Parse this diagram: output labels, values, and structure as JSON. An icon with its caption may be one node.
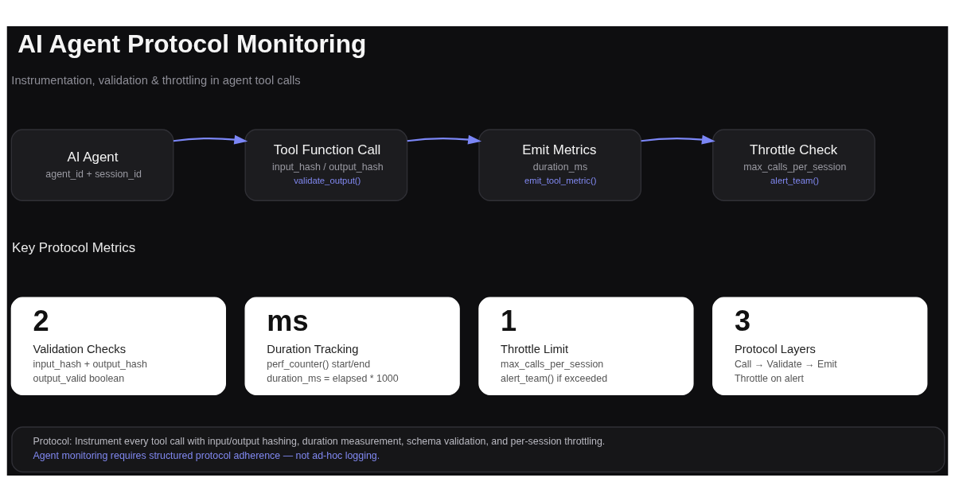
{
  "diagram": {
    "title": "AI Agent Protocol Monitoring",
    "nodes": [
      {
        "text": [
          "AI Agent",
          "agent_id + session_id"
        ]
      },
      {
        "text": [
          "Tool Function Call",
          "input_hash / output_hash",
          "validate_output()"
        ]
      },
      {
        "text": [
          "Emit Metrics",
          "duration_ms",
          "emit_tool_metric()"
        ]
      },
      {
        "text": [
          "Throttle Check",
          "max_calls_per_session",
          "alert_team()"
        ]
      },
      {
        "text": [
          "2",
          "Validation Checks",
          "input_hash + output_hash",
          "output_valid boolean"
        ]
      },
      {
        "text": [
          "ms",
          "Duration Tracking",
          "perf_counter() start/end",
          "duration_ms = elapsed * 1000"
        ]
      },
      {
        "text": [
          "1",
          "Throttle Limit",
          "max_calls_per_session",
          "alert_team() if exceeded"
        ]
      },
      {
        "text": [
          "3",
          "Protocol Layers",
          "Call → Validate → Emit",
          "Throttle on alert"
        ]
      },
      {
        "text": [
          "Protocol: Instrument every tool call with input/output hashing, duration measurement, schema validation, and per-session throttling.",
          "Agent monitoring requires structured protocol adherence — not ad-hoc logging."
        ]
      }
    ],
    "edges": [
      {
        "from": 0,
        "to": 1,
        "arrow": "to"
      },
      {
        "from": 1,
        "to": 2,
        "arrow": "to"
      },
      {
        "from": 2,
        "to": 3,
        "arrow": "to"
      }
    ],
    "labels": [
      "Instrumentation, validation & throttling in agent tool calls",
      "Key Protocol Metrics"
    ]
  }
}
